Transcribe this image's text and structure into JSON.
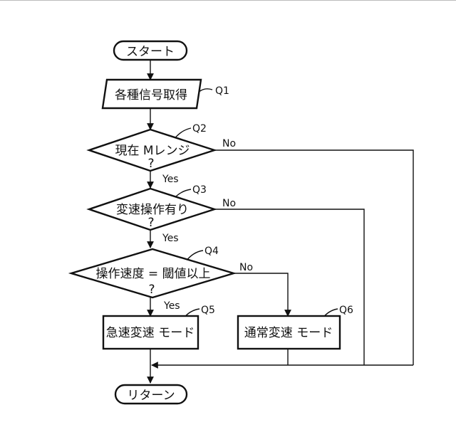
{
  "nodes": {
    "start": {
      "label": "スタート"
    },
    "q1": {
      "label": "各種信号取得",
      "tag": "Q1"
    },
    "q2": {
      "label": "現在 Mレンジ",
      "q": "?",
      "tag": "Q2"
    },
    "q3": {
      "label": "変速操作有り",
      "q": "?",
      "tag": "Q3"
    },
    "q4": {
      "label": "操作速度 = 閾値以上",
      "q": "?",
      "tag": "Q4"
    },
    "q5": {
      "label": "急速変速 モード",
      "tag": "Q5"
    },
    "q6": {
      "label": "通常変速 モード",
      "tag": "Q6"
    },
    "ret": {
      "label": "リターン"
    }
  },
  "edges": {
    "yes": "Yes",
    "no": "No"
  }
}
